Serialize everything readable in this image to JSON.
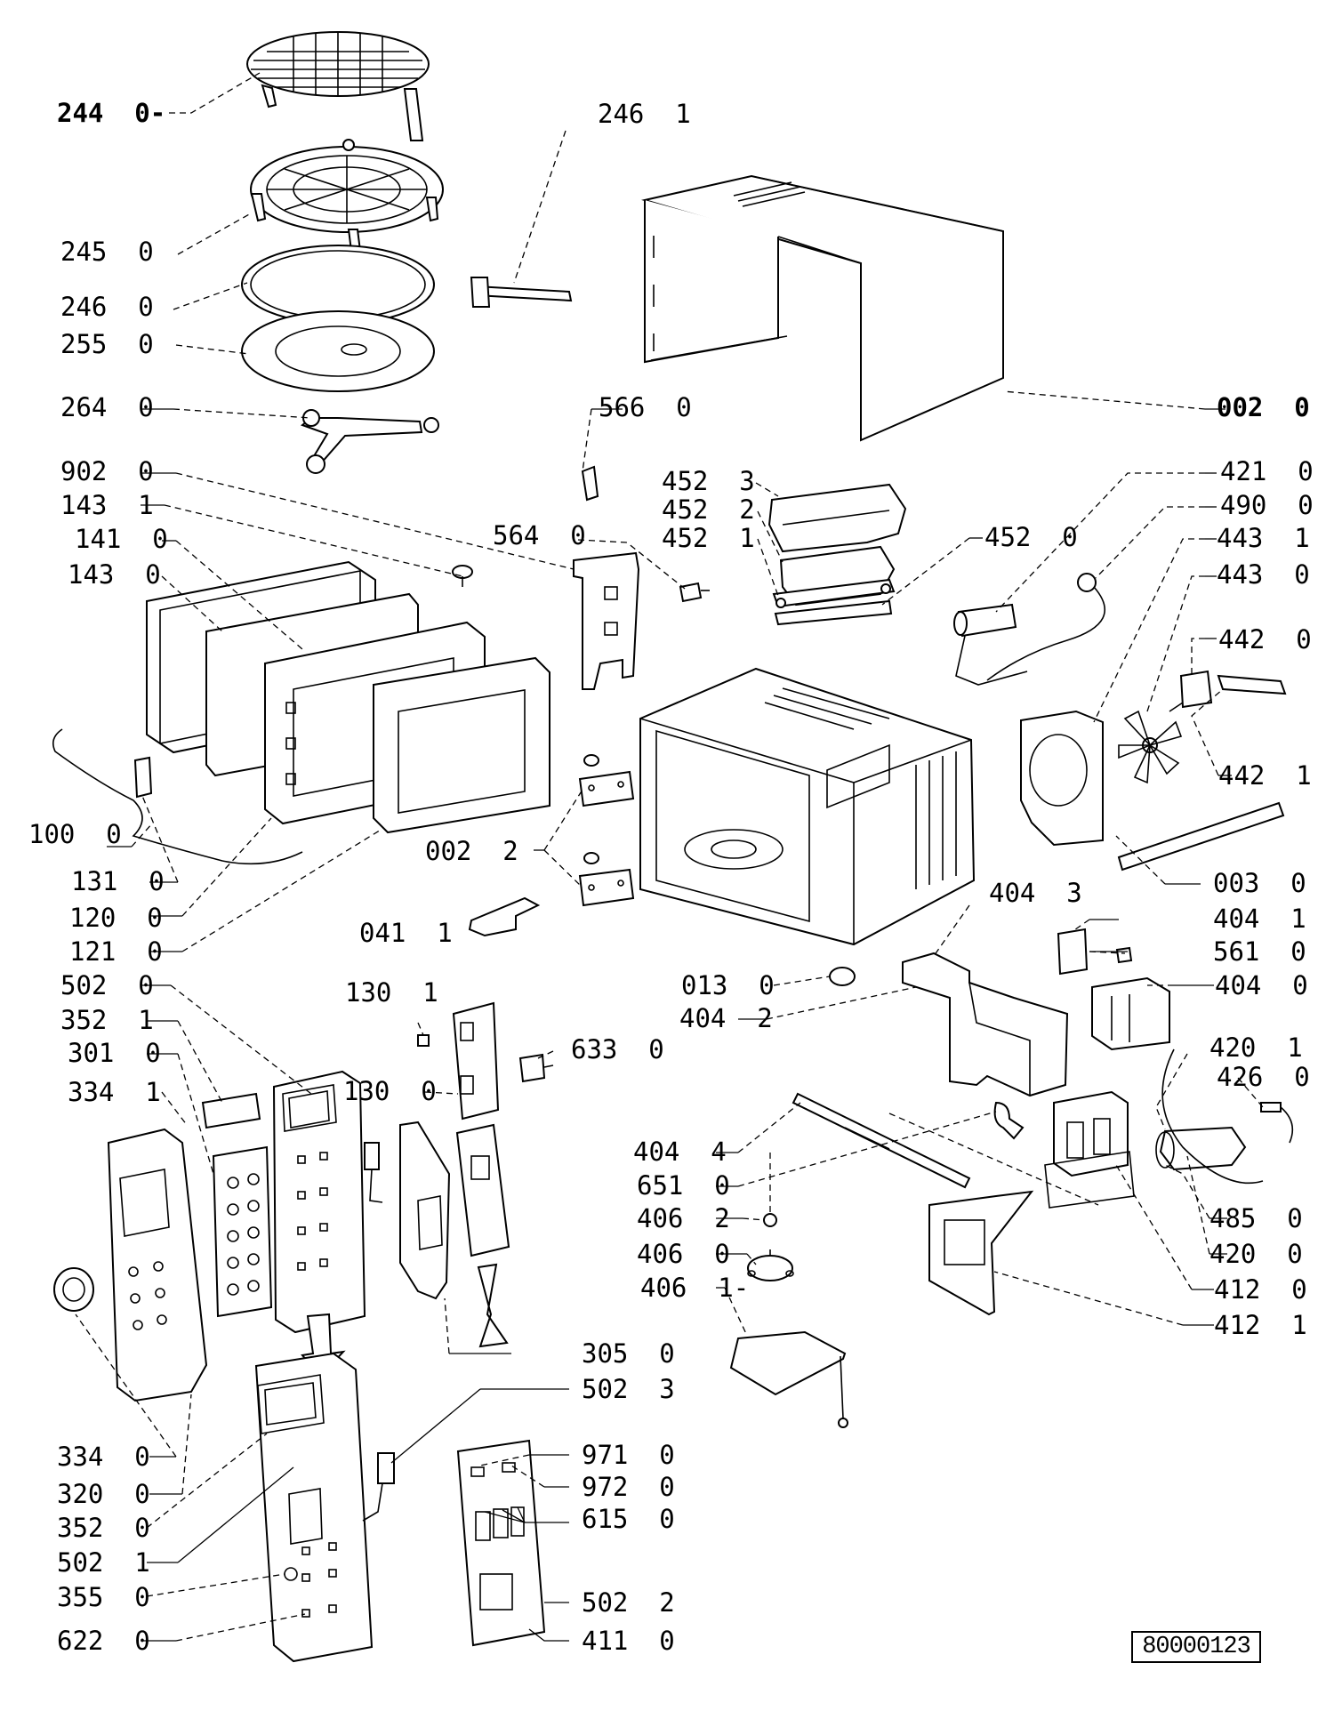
{
  "reference": "80000123",
  "labels": {
    "l_244_0": "244  0-",
    "l_246_1": "246  1",
    "l_245_0": "245  0",
    "l_246_0": "246  0",
    "l_255_0": "255  0",
    "l_264_0": "264  0",
    "l_566_0": "566  0",
    "l_002_0": "002  0",
    "l_902_0": "902  0",
    "l_143_1": "143  1",
    "l_141_0": "141  0",
    "l_143_0": "143  0",
    "l_564_0": "564  0",
    "l_452_3": "452  3",
    "l_452_2": "452  2",
    "l_452_1": "452  1",
    "l_452_0": "452  0",
    "l_421_0": "421  0",
    "l_490_0": "490  0",
    "l_443_1": "443  1",
    "l_443_0": "443  0",
    "l_442_0": "442  0",
    "l_442_1": "442  1",
    "l_100_0": "100  0",
    "l_002_2": "002  2",
    "l_003_0": "003  0",
    "l_131_0": "131  0",
    "l_120_0": "120  0",
    "l_121_0": "121  0",
    "l_041_1": "041  1",
    "l_404_3": "404  3",
    "l_404_1": "404  1",
    "l_561_0": "561  0",
    "l_013_0": "013  0",
    "l_404_0": "404  0",
    "l_404_2": "404  2",
    "l_502_0": "502  0",
    "l_130_1": "130  1",
    "l_352_1": "352  1",
    "l_301_0": "301  0",
    "l_633_0": "633  0",
    "l_420_1": "420  1",
    "l_334_1": "334  1",
    "l_130_0": "130  0",
    "l_426_0": "426  0",
    "l_404_4": "404  4",
    "l_651_0": "651  0",
    "l_406_2": "406  2",
    "l_485_0": "485  0",
    "l_406_0": "406  0",
    "l_420_0": "420  0",
    "l_406_1": "406  1-",
    "l_412_0": "412  0",
    "l_412_1": "412  1",
    "l_305_0": "305  0",
    "l_502_3": "502  3",
    "l_971_0": "971  0",
    "l_334_0": "334  0",
    "l_972_0": "972  0",
    "l_320_0": "320  0",
    "l_615_0": "615  0",
    "l_352_0": "352  0",
    "l_502_1": "502  1",
    "l_355_0": "355  0",
    "l_502_2": "502  2",
    "l_622_0": "622  0",
    "l_411_0": "411  0"
  }
}
